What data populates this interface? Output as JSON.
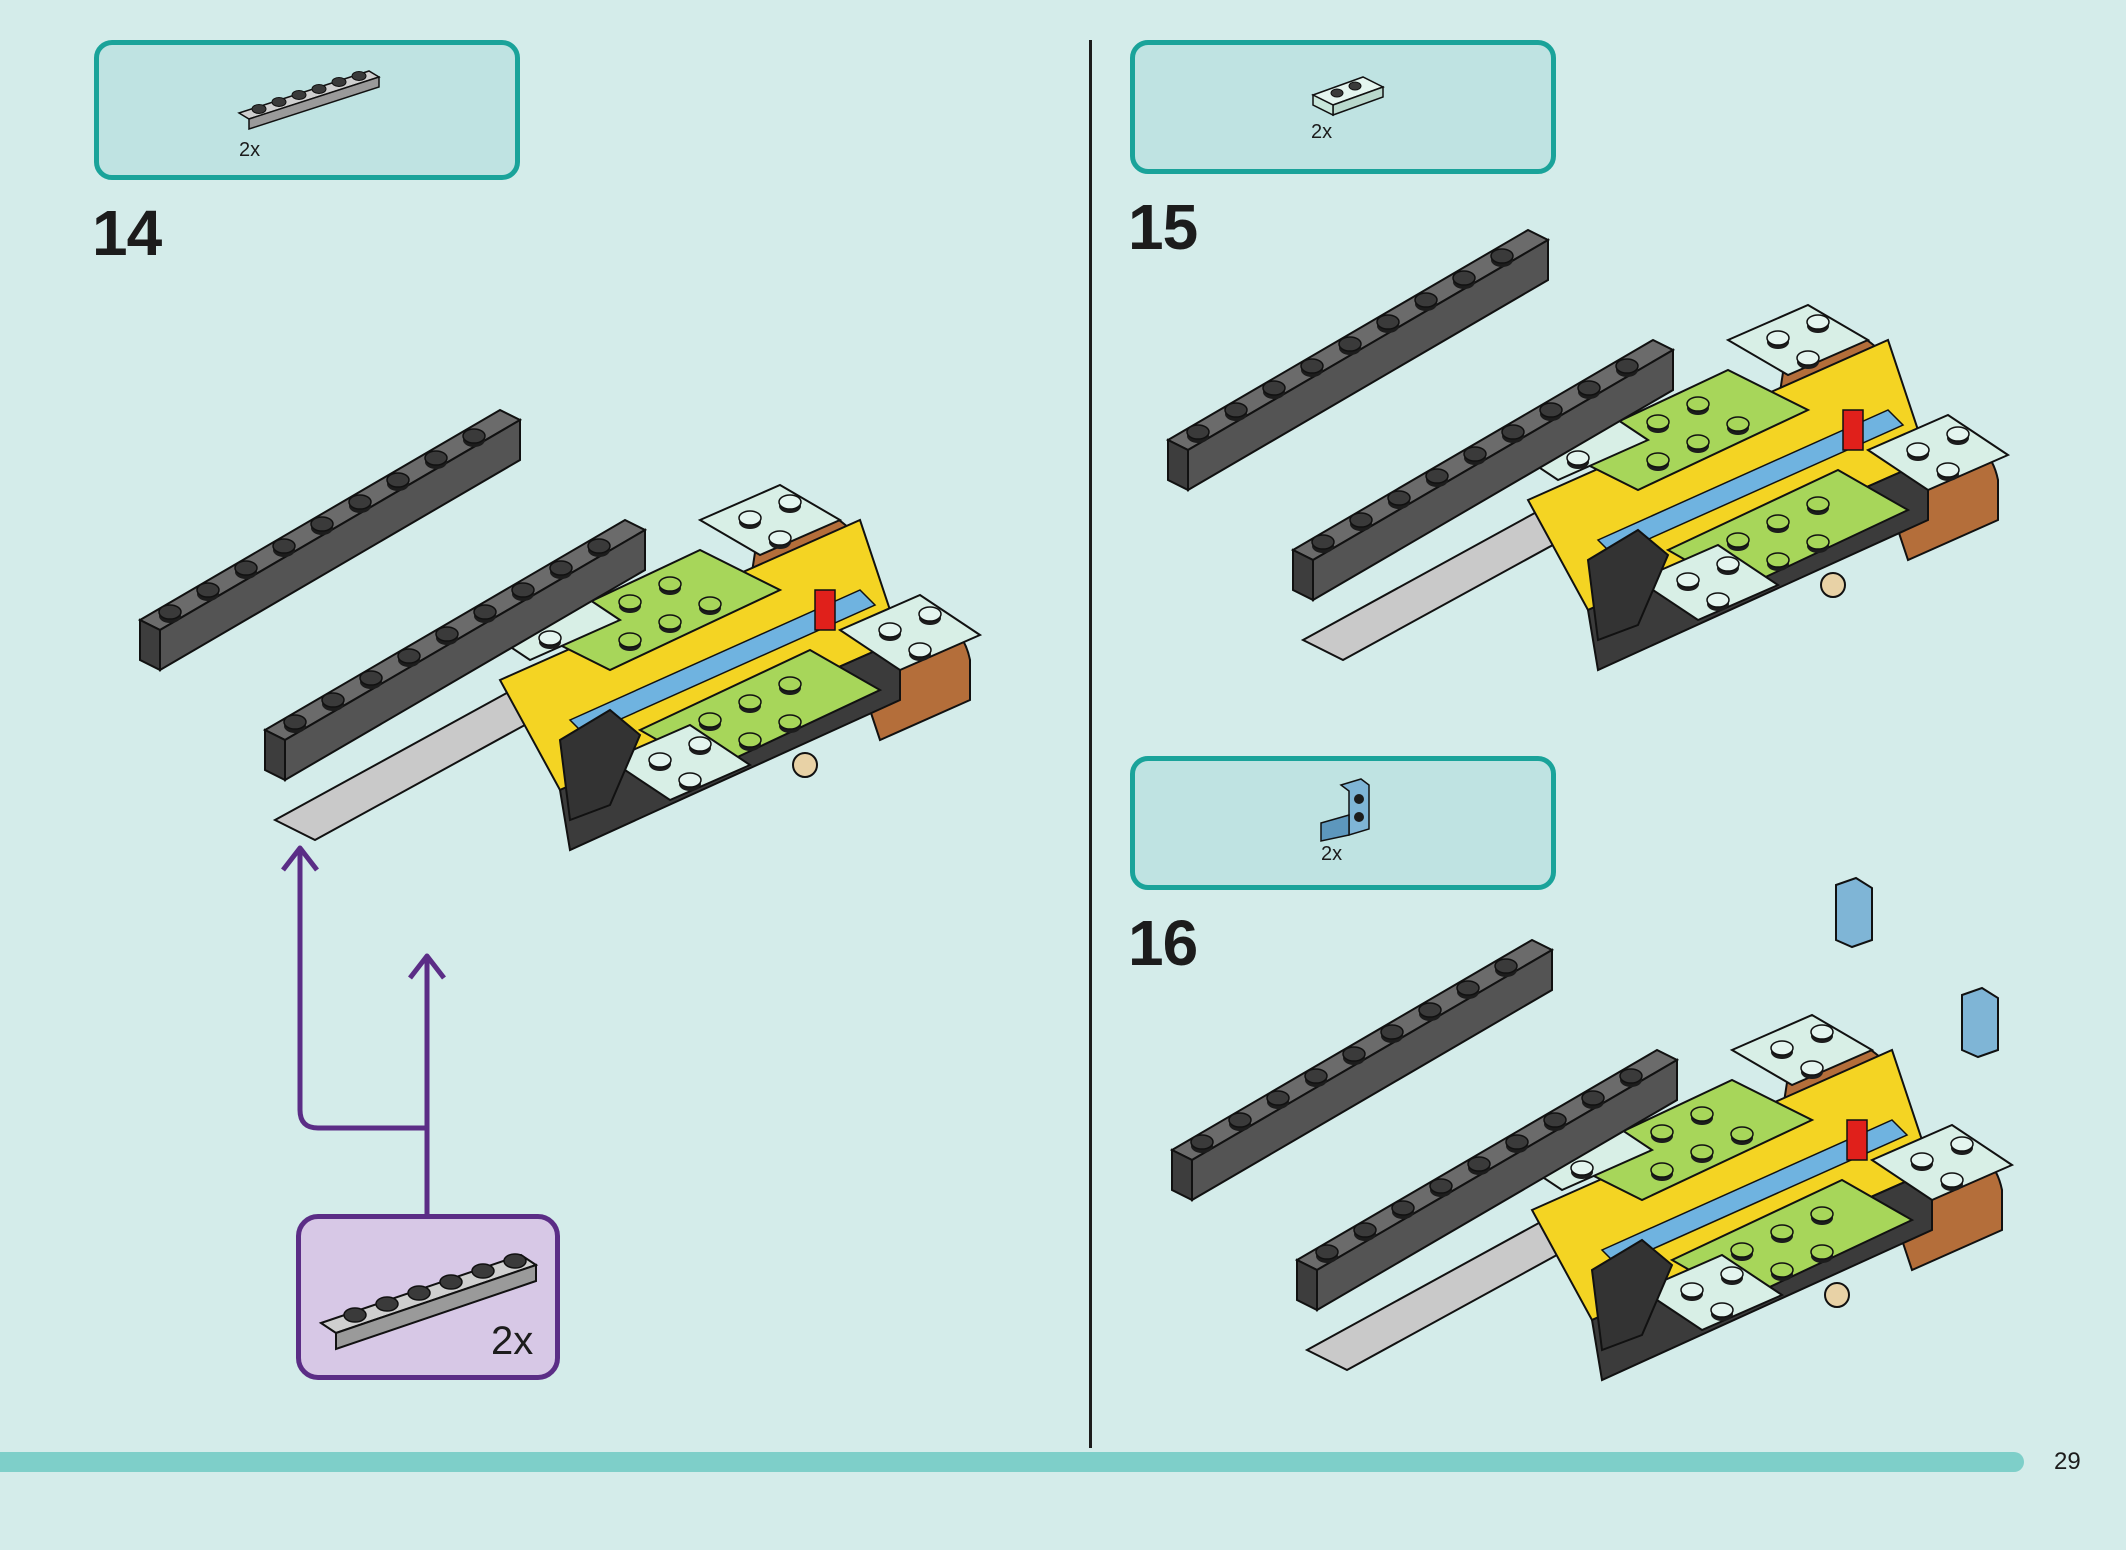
{
  "steps": [
    {
      "number": "14",
      "parts_qty": "2x",
      "subassembly_qty": "2x"
    },
    {
      "number": "15",
      "parts_qty": "2x"
    },
    {
      "number": "16",
      "parts_qty": "2x"
    }
  ],
  "page_number": "29",
  "colors": {
    "background": "#d4ecea",
    "parts_box_border": "#1aa39a",
    "parts_box_fill": "#bfe3e2",
    "subassembly_border": "#5b2d86",
    "subassembly_fill": "#d7c8e6",
    "bottom_bar": "#7ecfc9"
  }
}
